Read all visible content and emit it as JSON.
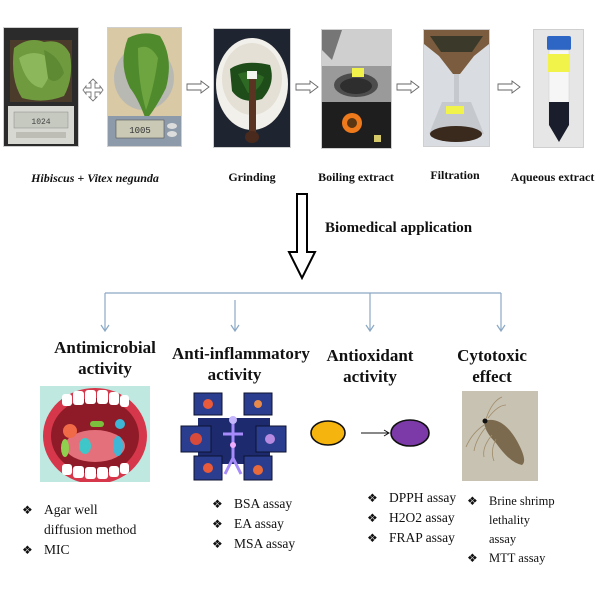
{
  "process": {
    "steps": [
      {
        "id": "hibiscus-photo",
        "caption": ""
      },
      {
        "id": "vitex-photo",
        "caption": ""
      },
      {
        "id": "grinding",
        "caption": "Grinding"
      },
      {
        "id": "boiling",
        "caption": "Boiling extract"
      },
      {
        "id": "filtration",
        "caption": "Filtration"
      },
      {
        "id": "aqueous",
        "caption": "Aqueous extract"
      }
    ],
    "plant_caption_part1": "Hibiscus",
    "plant_caption_plus": " + ",
    "plant_caption_part2": "Vitex negunda",
    "scale_reading_1": "1024",
    "scale_reading_2": "1005"
  },
  "main_arrow_label": "Biomedical application",
  "applications": [
    {
      "title_line1": "Antimicrobial",
      "title_line2": "activity",
      "image": "mouth-bacteria-illustration",
      "bullets": [
        "Agar well",
        "MIC"
      ],
      "bullet1_cont": "diffusion method"
    },
    {
      "title_line1": "Anti-inflammatory",
      "title_line2": "activity",
      "image": "inflamed-joints-collage",
      "bullets": [
        "BSA assay",
        "EA assay",
        "MSA assay"
      ]
    },
    {
      "title_line1": "Antioxidant",
      "title_line2": "activity",
      "image": "color-change-yellow-to-purple",
      "colors": {
        "from": "#f5b50e",
        "to": "#7b3aa8"
      },
      "bullets": [
        "DPPH assay",
        "H2O2 assay",
        "FRAP assay"
      ]
    },
    {
      "title_line1": "Cytotoxic",
      "title_line2": "effect",
      "image": "brine-shrimp-photo",
      "bullets": [
        "Brine shrimp",
        "MTT assay"
      ],
      "bullet1_cont1": "lethality",
      "bullet1_cont2": "assay"
    }
  ],
  "bullet_glyph": "❖",
  "colors": {
    "connector": "#8aa8c4",
    "text": "#111111"
  }
}
